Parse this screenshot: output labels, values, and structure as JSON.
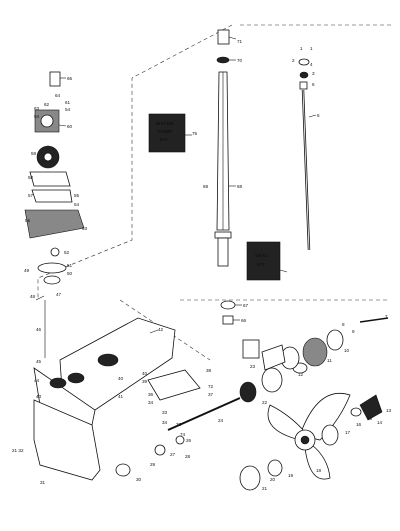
{
  "kits": {
    "water_pump": {
      "line1": "WATER",
      "line2": "PUMP",
      "line3": "KIT"
    },
    "seal": {
      "line1": "SEAL",
      "line2": "KIT"
    }
  },
  "callouts": {
    "c1": "1",
    "c2": "2",
    "c3": "3",
    "c4": "4",
    "c5": "5",
    "c6": "6",
    "c7": "7",
    "c8": "8",
    "c9": "9",
    "c10": "10",
    "c11": "11",
    "c12": "12",
    "c13": "13",
    "c14": "14",
    "c15": "15",
    "c16": "16",
    "c17": "17",
    "c18": "18",
    "c19": "19",
    "c20": "20",
    "c21": "21",
    "c22": "22",
    "c23": "23",
    "c24": "24",
    "c26": "26",
    "c27": "27",
    "c28": "28",
    "c29": "29",
    "c30": "30",
    "c31": "31",
    "c32": "32",
    "c33": "33",
    "c34": "34",
    "c36": "36",
    "c37": "37",
    "c38": "38",
    "c39": "39",
    "c40": "40",
    "c41": "41",
    "c42": "42",
    "c43": "43",
    "c44": "44",
    "c45": "45",
    "c46": "46",
    "c47": "47",
    "c48": "48",
    "c49": "49",
    "c50": "50",
    "c51": "51",
    "c52": "52",
    "c53": "53",
    "c54": "54",
    "c55": "55",
    "c56": "56",
    "c57": "57",
    "c58": "58",
    "c59": "59",
    "c60": "60",
    "c61": "61",
    "c62": "62",
    "c63": "63",
    "c64": "64",
    "c65": "65",
    "c66": "66",
    "c67": "67",
    "c68": "68",
    "c69": "69",
    "c70": "70",
    "c71": "71",
    "c72": "72",
    "c73": "73",
    "c74": "74",
    "c75": "75",
    "c2132": "21 32"
  }
}
